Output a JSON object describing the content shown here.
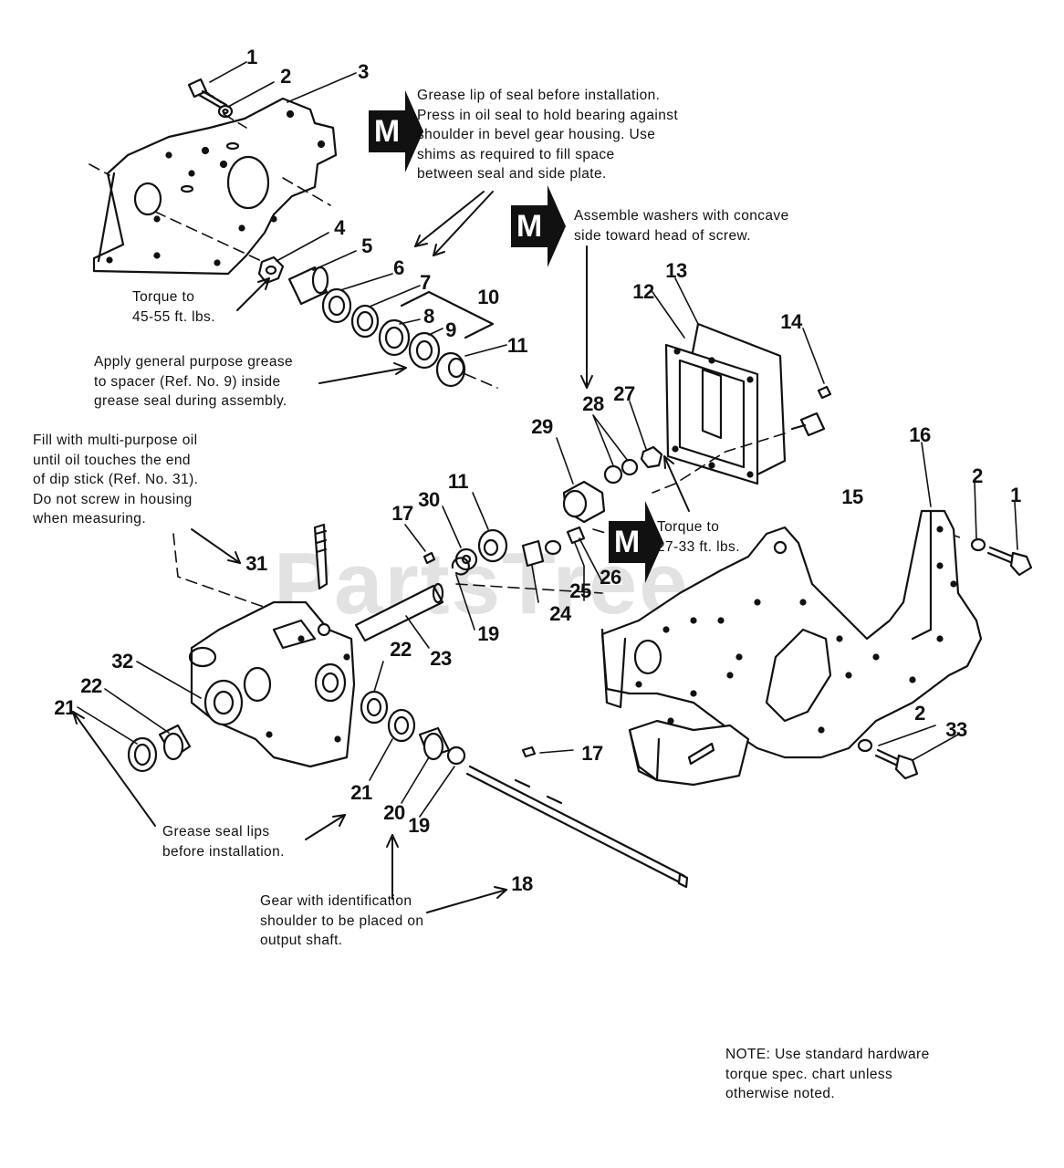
{
  "watermark": "PartsTree",
  "badge_letter": "M",
  "notes": {
    "seal_install": "Grease lip of seal before installation.\nPress in oil seal to hold bearing against\nshoulder in bevel gear housing. Use\nshims as required to fill space\nbetween seal and side plate.",
    "washers": "Assemble washers with concave\nside toward head of screw.",
    "torque_45": "Torque to\n45-55 ft. lbs.",
    "spacer_grease": "Apply general purpose grease\nto spacer (Ref. No. 9) inside\ngrease seal during assembly.",
    "fill_oil": "Fill with multi-purpose oil\nuntil oil touches the end\nof dip stick (Ref. No. 31).\nDo not screw in housing\nwhen measuring.",
    "torque_27": "Torque to\n27-33 ft. lbs.",
    "seal_lips": "Grease seal lips\nbefore installation.",
    "gear_ident": "Gear with identification\nshoulder to be placed on\noutput shaft.",
    "hardware": "NOTE: Use standard hardware\ntorque spec. chart unless\notherwise noted."
  },
  "callouts": {
    "c1a": "1",
    "c2a": "2",
    "c3": "3",
    "c4": "4",
    "c5": "5",
    "c6": "6",
    "c7": "7",
    "c8": "8",
    "c9": "9",
    "c10": "10",
    "c11a": "11",
    "c12": "12",
    "c13": "13",
    "c14": "14",
    "c15": "15",
    "c16": "16",
    "c2b": "2",
    "c1b": "1",
    "c28": "28",
    "c27": "27",
    "c29": "29",
    "c11b": "11",
    "c30": "30",
    "c17a": "17",
    "c31": "31",
    "c25": "25",
    "c26": "26",
    "c24": "24",
    "c19a": "19",
    "c23": "23",
    "c32": "32",
    "c22a": "22",
    "c22b": "22",
    "c21a": "21",
    "c21b": "21",
    "c20": "20",
    "c19b": "19",
    "c17b": "17",
    "c18": "18",
    "c2c": "2",
    "c33": "33"
  }
}
